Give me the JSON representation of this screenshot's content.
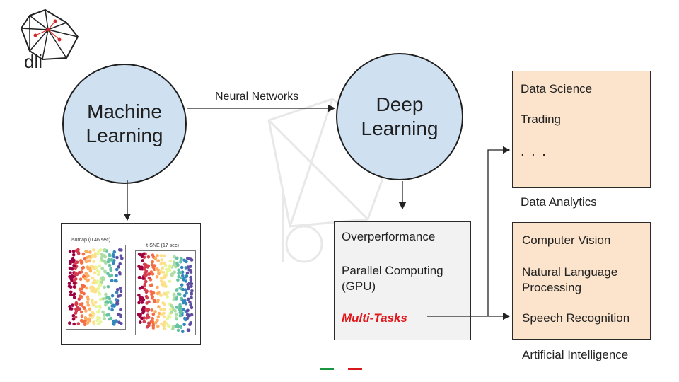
{
  "circles": {
    "ml": {
      "line1": "Machine",
      "line2": "Learning"
    },
    "dl": {
      "line1": "Deep",
      "line2": "Learning"
    }
  },
  "arrow_label": "Neural Networks",
  "analytics_box": {
    "items": [
      "Data Science",
      "Trading",
      ". . ."
    ],
    "caption": "Data Analytics"
  },
  "ai_box": {
    "items": [
      "Computer Vision",
      "Natural Language",
      "Processing",
      "Speech Recognition"
    ],
    "caption": "Artificial Intelligence"
  },
  "dl_box": {
    "items": [
      "Overperformance",
      "Parallel Computing",
      "(GPU)"
    ],
    "highlight": "Multi-Tasks"
  },
  "plot": {
    "left_title": "Isomap (0.46 sec)",
    "right_title": "t-SNE (17 sec)"
  },
  "colors": {
    "circle_fill": "#cfe0f1",
    "box_fill": "#fbe3cc",
    "gray_fill": "#f2f2f2",
    "highlight": "#e0181b",
    "dash_green": "#1a9641",
    "dash_red": "#d7191c"
  },
  "logo": {
    "text": "dli"
  }
}
